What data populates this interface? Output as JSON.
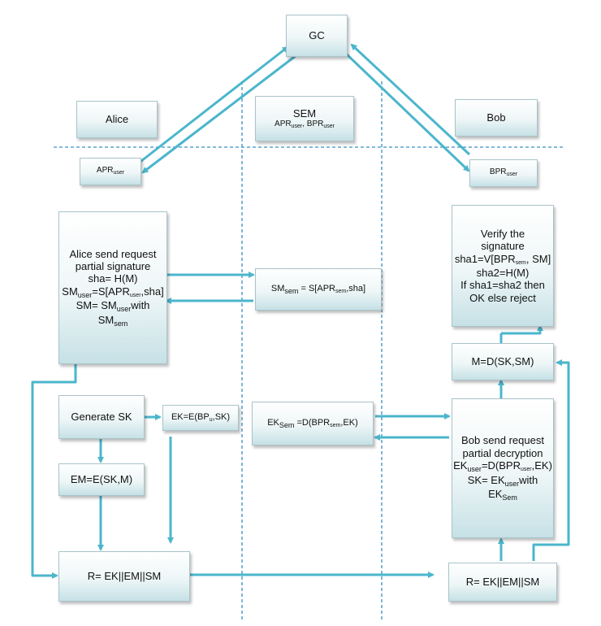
{
  "nodes": {
    "gc": "GC",
    "alice": "Alice",
    "sem": {
      "title": "SEM",
      "apr": "APR",
      "apr_sub": "user",
      "sep": ", ",
      "bpr": "BPR",
      "bpr_sub": "user"
    },
    "bob": "Bob",
    "apr_user": {
      "main": "APR",
      "sub": "user"
    },
    "bpr_user": {
      "main": "BPR",
      "sub": "user"
    },
    "alice_req": {
      "line1": "Alice send request",
      "line2": "partial signature",
      "line3": "sha= H(M)",
      "line4_a": "SM",
      "line4_sub": "user",
      "line4_b": "=S[APR",
      "line4_sub2": "user",
      "line4_c": ",sha]",
      "line5_a": "SM= SM",
      "line5_sub": "user",
      "line5_b": "with",
      "line6_a": "SM",
      "line6_sub": "sem"
    },
    "sm_sem": {
      "a": "SM",
      "sub": "sem",
      "b": " = S[APR",
      "sub2": "sem",
      "c": ",sha]"
    },
    "verify": {
      "line1": "Verify the",
      "line2": "signature",
      "line3_a": "sha1=V[BPR",
      "line3_sub": "sem",
      "line3_b": ", SM]",
      "line4": "sha2=H(M)",
      "line5": "If sha1=sha2 then",
      "line6": "OK else reject"
    },
    "m_eq": "M=D(SK,SM)",
    "gen_sk": "Generate SK",
    "ek": {
      "a": "EK=E(BP",
      "sub": "u",
      "b": ",SK)"
    },
    "ek_sem": {
      "a": "EK",
      "sub": "Sem",
      "b": " =D(BPR",
      "sub2": "sem",
      "c": ",EK)"
    },
    "bob_req": {
      "line1": "Bob send request",
      "line2": "partial decryption",
      "line3_a": "EK",
      "line3_sub": "user",
      "line3_b": "=D(BPR",
      "line3_sub2": "user",
      "line3_c": ",EK)",
      "line4_a": "SK= EK",
      "line4_sub": "user",
      "line4_b": "with",
      "line5_a": "EK",
      "line5_sub": "Sem"
    },
    "em": "EM=E(SK,M)",
    "r_left": "R= EK||EM||SM",
    "r_right": "R= EK||EM||SM"
  },
  "colors": {
    "arrow": "#4bb6cc",
    "dashed": "#3a8fc2",
    "box_border": "#a9c3c9"
  }
}
